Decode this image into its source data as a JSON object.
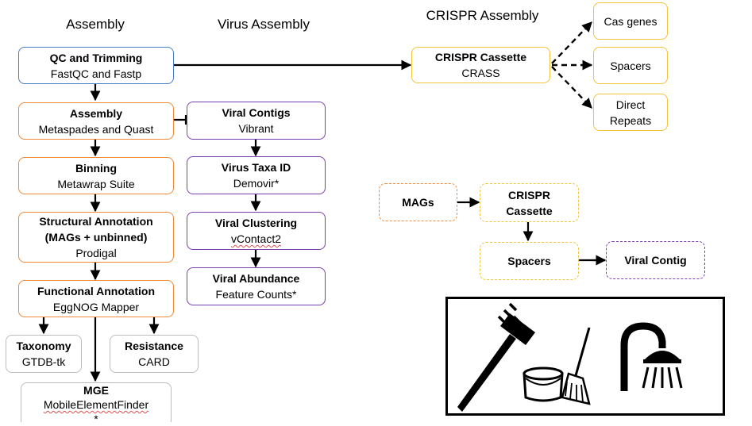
{
  "headings": {
    "assembly": "Assembly",
    "virus_assembly": "Virus Assembly",
    "crispr_assembly": "CRISPR Assembly"
  },
  "nodes": {
    "qc": {
      "title": "QC and Trimming",
      "sub": "FastQC and Fastp"
    },
    "assembly": {
      "title": "Assembly",
      "sub": "Metaspades and Quast"
    },
    "binning": {
      "title": "Binning",
      "sub": "Metawrap Suite"
    },
    "structural": {
      "title": "Structural Annotation",
      "title2": "(MAGs + unbinned)",
      "sub": "Prodigal"
    },
    "functional": {
      "title": "Functional Annotation",
      "sub": "EggNOG Mapper"
    },
    "taxonomy": {
      "title": "Taxonomy",
      "sub": "GTDB-tk"
    },
    "resistance": {
      "title": "Resistance",
      "sub": "CARD"
    },
    "mge": {
      "title": "MGE",
      "sub": "MobileElementFinder",
      "note": "*"
    },
    "viral_contigs": {
      "title": "Viral Contigs",
      "sub": "Vibrant"
    },
    "virus_taxa": {
      "title": "Virus Taxa ID",
      "sub": "Demovir*"
    },
    "viral_clustering": {
      "title": "Viral Clustering",
      "sub": "vContact2"
    },
    "viral_abundance": {
      "title": "Viral Abundance",
      "sub": "Feature Counts*"
    },
    "crispr_cassette": {
      "title": "CRISPR Cassette",
      "sub": "CRASS"
    },
    "cas_genes": {
      "title": "Cas genes"
    },
    "spacers": {
      "title": "Spacers"
    },
    "direct_repeats": {
      "title": "Direct",
      "title2": "Repeats"
    },
    "mags_small": {
      "title": "MAGs"
    },
    "crispr_small": {
      "title": "CRISPR",
      "title2": "Cassette"
    },
    "spacers_small": {
      "title": "Spacers"
    },
    "viral_contig_small": {
      "title": "Viral Contig"
    }
  },
  "icons": [
    "toothbrush-icon",
    "bucket-icon",
    "broom-icon",
    "shower-icon"
  ]
}
